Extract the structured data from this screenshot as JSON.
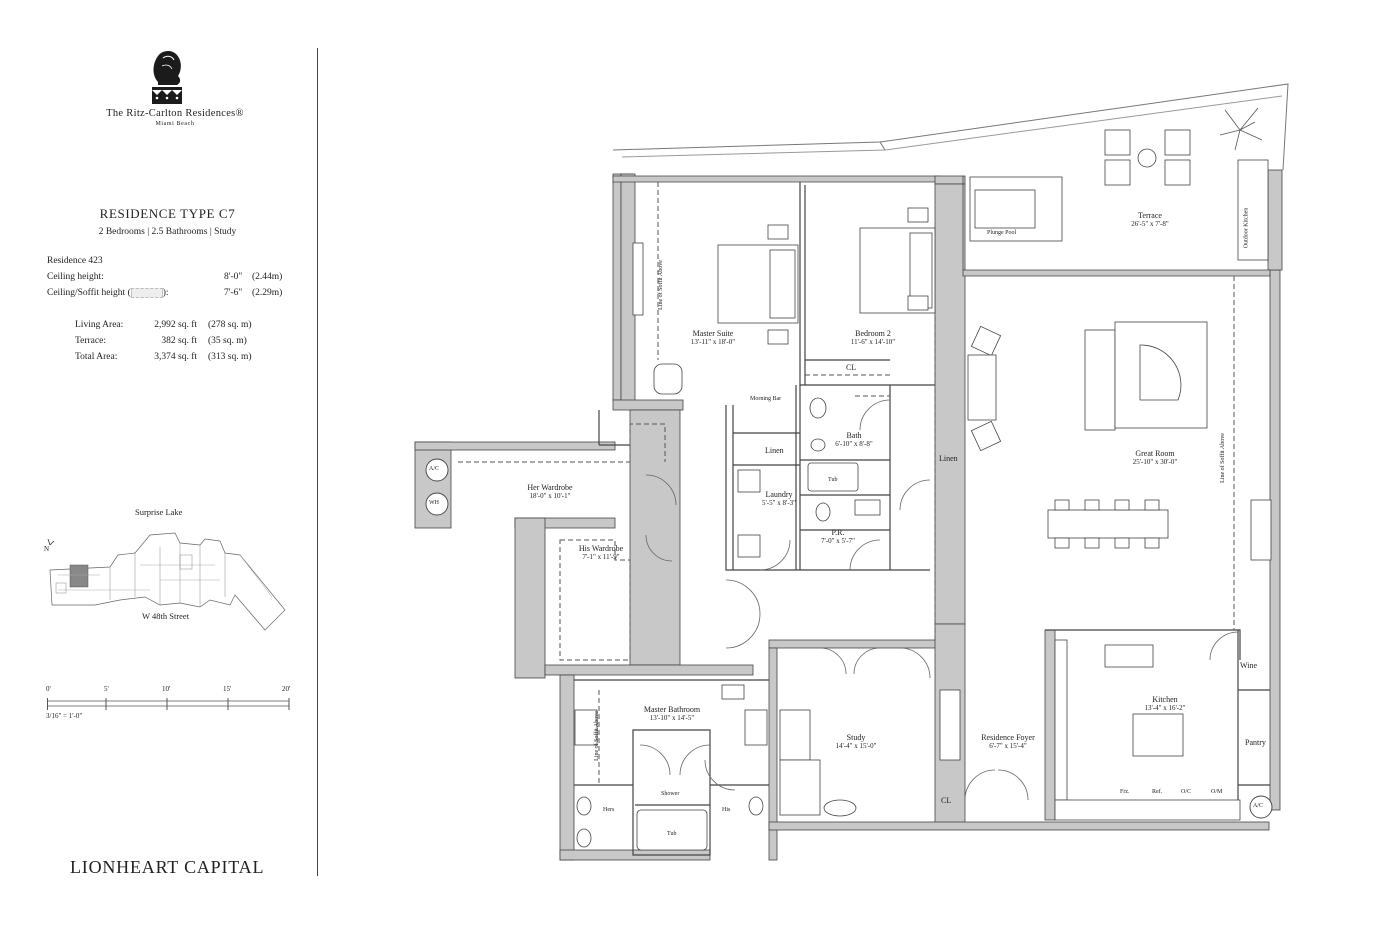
{
  "brand": {
    "name": "The Ritz-Carlton Residences®",
    "location": "Miami Beach"
  },
  "residence": {
    "title": "RESIDENCE TYPE C7",
    "subtitle": "2 Bedrooms | 2.5 Bathrooms | Study",
    "number": "Residence 423",
    "ceiling_label": "Ceiling height:",
    "ceiling_ft": "8'-0\"",
    "ceiling_m": "(2.44m)",
    "soffit_label": "Ceiling/Soffit height (",
    "soffit_label_end": "):",
    "soffit_ft": "7'-6\"",
    "soffit_m": "(2.29m)"
  },
  "areas": [
    {
      "label": "Living Area:",
      "sqft": "2,992 sq. ft",
      "sqm": "(278 sq. m)"
    },
    {
      "label": "Terrace:",
      "sqft": "382 sq. ft",
      "sqm": "(35 sq. m)"
    },
    {
      "label": "Total Area:",
      "sqft": "3,374 sq. ft",
      "sqm": "(313 sq. m)"
    }
  ],
  "keyplan": {
    "top_label": "Surprise Lake",
    "north": "N",
    "bottom_label": "W 48th Street"
  },
  "scale": {
    "ticks": [
      "0'",
      "5'",
      "10'",
      "15'",
      "20'"
    ],
    "note": "3/16\" = 1'-0\""
  },
  "footer": "LIONHEART CAPITAL",
  "rooms": {
    "master_suite": {
      "name": "Master Suite",
      "dims": "13'-11\" x 18'-0\""
    },
    "bedroom2": {
      "name": "Bedroom 2",
      "dims": "11'-6\" x 14'-10\""
    },
    "bath": {
      "name": "Bath",
      "dims": "6'-10\" x 8'-8\""
    },
    "her_wardrobe": {
      "name": "Her Wardrobe",
      "dims": "18'-0\" x 10'-1\""
    },
    "his_wardrobe": {
      "name": "His Wardrobe",
      "dims": "7'-1\" x 11'-9\""
    },
    "laundry": {
      "name": "Laundry",
      "dims": "5'-5\" x 8'-3\""
    },
    "pr": {
      "name": "P.R.",
      "dims": "7'-0\" x 5'-7\""
    },
    "great_room": {
      "name": "Great Room",
      "dims": "25'-10\" x 30'-0\""
    },
    "terrace": {
      "name": "Terrace",
      "dims": "26'-5\" x 7'-8\""
    },
    "master_bathroom": {
      "name": "Master Bathroom",
      "dims": "13'-10\" x 14'-5\""
    },
    "study": {
      "name": "Study",
      "dims": "14'-4\" x 15'-0\""
    },
    "foyer": {
      "name": "Residence Foyer",
      "dims": "6'-7\" x 15'-4\""
    },
    "kitchen": {
      "name": "Kitchen",
      "dims": "13'-4\" x 16'-2\""
    }
  },
  "small_labels": {
    "cl": "CL",
    "linen": "Linen",
    "morning_bar": "Morning Bar",
    "tub": "Tub",
    "shower": "Shower",
    "hers": "Hers",
    "his": "His",
    "wine": "Wine",
    "pantry": "Pantry",
    "plunge_pool": "Plunge Pool",
    "outdoor_kitchen": "Outdoor Kitchen",
    "soffit": "Line of Soffit Above",
    "ac": "A/C",
    "wh": "WH",
    "frz": "Frz.",
    "ref": "Ref.",
    "oc": "O/C",
    "om": "O/M"
  }
}
